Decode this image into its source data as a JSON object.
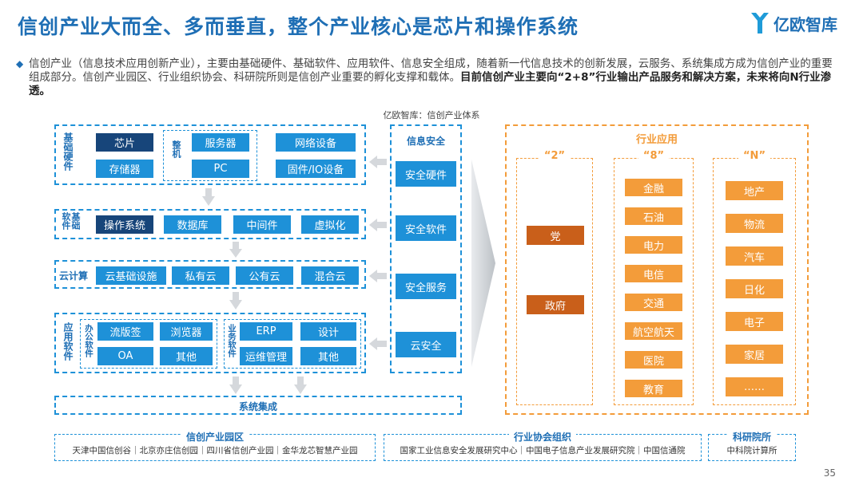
{
  "title": "信创产业大而全、多而垂直，整个产业核心是芯片和操作系统",
  "logo": {
    "text": "亿欧智库"
  },
  "intro": {
    "text_normal": "信创产业（信息技术应用创新产业），主要由基础硬件、基础软件、应用软件、信息安全组成，随着新一代信息技术的创新发展，云服务、系统集成方成为信创产业的重要组成部分。信创产业园区、行业组织协会、科研院所则是信创产业重要的孵化支撑和载体。",
    "text_bold": "目前信创产业主要向“2+8”行业输出产品服务和解决方案，未来将向N行业渗透。"
  },
  "caption": "亿欧智库：信创产业体系",
  "hardware": {
    "label": "基础硬件",
    "chip": "芯片",
    "storage": "存储器",
    "whole_machine": "整机",
    "server": "服务器",
    "pc": "PC",
    "network": "网络设备",
    "firmware": "固件/IO设备"
  },
  "software": {
    "label": "基础软件",
    "items": [
      "操作系统",
      "数据库",
      "中间件",
      "虚拟化"
    ]
  },
  "cloud": {
    "label": "云计算",
    "items": [
      "云基础设施",
      "私有云",
      "公有云",
      "混合云"
    ]
  },
  "apps": {
    "label": "应用软件",
    "office_label": "办公软件",
    "office_items": [
      "流版签",
      "浏览器",
      "OA",
      "其他"
    ],
    "business_label": "业务软件",
    "business_items": [
      "ERP",
      "设计",
      "运维管理",
      "其他"
    ]
  },
  "integration": "系统集成",
  "security": {
    "label": "信息安全",
    "items": [
      "安全硬件",
      "安全软件",
      "安全服务",
      "云安全"
    ]
  },
  "industry": {
    "label": "行业应用",
    "col2": {
      "label": "“2”",
      "items": [
        "党",
        "政府"
      ]
    },
    "col8": {
      "label": "“8”",
      "items": [
        "金融",
        "石油",
        "电力",
        "电信",
        "交通",
        "航空航天",
        "医院",
        "教育"
      ]
    },
    "colN": {
      "label": "“N”",
      "items": [
        "地产",
        "物流",
        "汽车",
        "日化",
        "电子",
        "家居",
        "……"
      ]
    }
  },
  "parks": {
    "label": "信创产业园区",
    "text": "天津中国信创谷｜北京亦庄信创园｜四川省信创产业园｜金华龙芯智慧产业园"
  },
  "associations": {
    "label": "行业协会组织",
    "text": "国家工业信息安全发展研究中心｜中国电子信息产业发展研究院｜中国信通院"
  },
  "institutes": {
    "label": "科研院所",
    "text": "中科院计算所"
  },
  "page_number": "35",
  "colors": {
    "blue": "#1e91d8",
    "dark_blue": "#17457a",
    "orange": "#f39c3a",
    "dark_orange": "#c95f1a",
    "title_blue": "#1f6fb5"
  }
}
